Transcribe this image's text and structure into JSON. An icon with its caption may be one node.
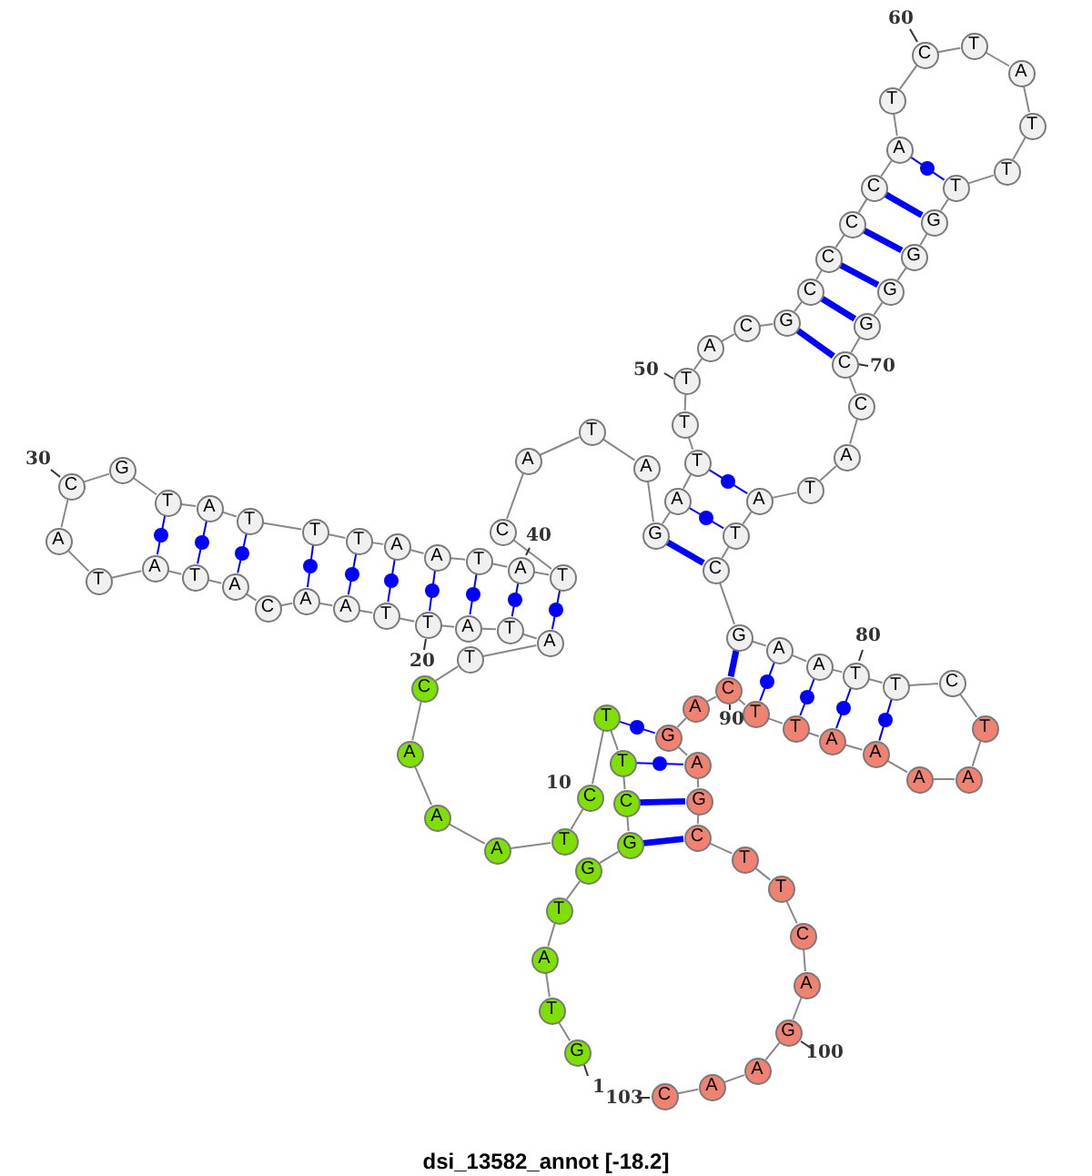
{
  "diagram": {
    "caption": "dsi_13582_annot [-18.2]",
    "nodes": [
      {
        "text": [
          "G"
        ],
        "beside": [
          "1"
        ]
      },
      {
        "text": [
          "T"
        ]
      },
      {
        "text": [
          "A"
        ]
      },
      {
        "text": [
          "T"
        ]
      },
      {
        "text": [
          "G"
        ]
      },
      {
        "text": [
          "G"
        ]
      },
      {
        "text": [
          "C"
        ]
      },
      {
        "text": [
          "T"
        ]
      },
      {
        "text": [
          "T"
        ]
      },
      {
        "text": [
          "C"
        ],
        "beside": [
          "10"
        ]
      },
      {
        "text": [
          "T"
        ]
      },
      {
        "text": [
          "A"
        ]
      },
      {
        "text": [
          "A"
        ]
      },
      {
        "text": [
          "A"
        ]
      },
      {
        "text": [
          "C"
        ]
      },
      {
        "text": [
          "T"
        ]
      },
      {
        "text": [
          "A"
        ]
      },
      {
        "text": [
          "T"
        ]
      },
      {
        "text": [
          "A"
        ]
      },
      {
        "text": [
          "T"
        ],
        "beside": [
          "20"
        ]
      },
      {
        "text": [
          "T"
        ]
      },
      {
        "text": [
          "A"
        ]
      },
      {
        "text": [
          "A"
        ]
      },
      {
        "text": [
          "C"
        ]
      },
      {
        "text": [
          "A"
        ]
      },
      {
        "text": [
          "T"
        ]
      },
      {
        "text": [
          "A"
        ]
      },
      {
        "text": [
          "T"
        ]
      },
      {
        "text": [
          "A"
        ]
      },
      {
        "text": [
          "C"
        ],
        "beside": [
          "30"
        ]
      },
      {
        "text": [
          "G"
        ]
      },
      {
        "text": [
          "T"
        ]
      },
      {
        "text": [
          "A"
        ]
      },
      {
        "text": [
          "T"
        ]
      },
      {
        "text": [
          "T"
        ]
      },
      {
        "text": [
          "T"
        ]
      },
      {
        "text": [
          "A"
        ]
      },
      {
        "text": [
          "A"
        ]
      },
      {
        "text": [
          "T"
        ]
      },
      {
        "text": [
          "A"
        ],
        "beside": [
          "40"
        ]
      },
      {
        "text": [
          "T"
        ]
      },
      {
        "text": [
          "C"
        ]
      },
      {
        "text": [
          "A"
        ]
      },
      {
        "text": [
          "T"
        ]
      },
      {
        "text": [
          "A"
        ]
      },
      {
        "text": [
          "G"
        ]
      },
      {
        "text": [
          "A"
        ]
      },
      {
        "text": [
          "T"
        ]
      },
      {
        "text": [
          "T"
        ]
      },
      {
        "text": [
          "T"
        ],
        "beside": [
          "50"
        ]
      },
      {
        "text": [
          "A"
        ]
      },
      {
        "text": [
          "C"
        ]
      },
      {
        "text": [
          "G"
        ]
      },
      {
        "text": [
          "C"
        ]
      },
      {
        "text": [
          "C"
        ]
      },
      {
        "text": [
          "C"
        ]
      },
      {
        "text": [
          "C"
        ]
      },
      {
        "text": [
          "A"
        ]
      },
      {
        "text": [
          "T"
        ]
      },
      {
        "text": [
          "C"
        ],
        "beside": [
          "60"
        ]
      },
      {
        "text": [
          "T"
        ]
      },
      {
        "text": [
          "A"
        ]
      },
      {
        "text": [
          "T"
        ]
      },
      {
        "text": [
          "T"
        ]
      },
      {
        "text": [
          "T"
        ]
      },
      {
        "text": [
          "G"
        ]
      },
      {
        "text": [
          "G"
        ]
      },
      {
        "text": [
          "G"
        ]
      },
      {
        "text": [
          "G"
        ]
      },
      {
        "text": [
          "C"
        ],
        "beside": [
          "70"
        ]
      },
      {
        "text": [
          "C"
        ]
      },
      {
        "text": [
          "A"
        ]
      },
      {
        "text": [
          "T"
        ]
      },
      {
        "text": [
          "A"
        ]
      },
      {
        "text": [
          "T"
        ]
      },
      {
        "text": [
          "C"
        ]
      },
      {
        "text": [
          "G"
        ]
      },
      {
        "text": [
          "A"
        ]
      },
      {
        "text": [
          "A"
        ]
      },
      {
        "text": [
          "T"
        ],
        "beside": [
          "80"
        ]
      },
      {
        "text": [
          "T"
        ]
      },
      {
        "text": [
          "C"
        ]
      },
      {
        "text": [
          "T"
        ]
      },
      {
        "text": [
          "A"
        ]
      },
      {
        "text": [
          "A"
        ]
      },
      {
        "text": [
          "A"
        ]
      },
      {
        "text": [
          "A"
        ]
      },
      {
        "text": [
          "T"
        ]
      },
      {
        "text": [
          "T"
        ]
      },
      {
        "text": [
          "C"
        ],
        "beside": [
          "90"
        ]
      },
      {
        "text": [
          "A"
        ]
      },
      {
        "text": [
          "G"
        ]
      },
      {
        "text": [
          "A"
        ]
      },
      {
        "text": [
          "G"
        ]
      },
      {
        "text": [
          "C"
        ]
      },
      {
        "text": [
          "T"
        ]
      },
      {
        "text": [
          "T"
        ]
      },
      {
        "text": [
          "C"
        ]
      },
      {
        "text": [
          "A"
        ]
      },
      {
        "text": [
          "G"
        ],
        "beside": [
          "100"
        ]
      },
      {
        "text": [
          "A"
        ]
      },
      {
        "text": [
          "A"
        ]
      },
      {
        "text": [
          "C"
        ],
        "beside": [
          "103"
        ]
      }
    ],
    "edges": [
      {
        "from": 0,
        "to": 1,
        "arrow": "none"
      },
      {
        "from": 1,
        "to": 2,
        "arrow": "none"
      },
      {
        "from": 2,
        "to": 3,
        "arrow": "none"
      },
      {
        "from": 3,
        "to": 4,
        "arrow": "none"
      },
      {
        "from": 4,
        "to": 5,
        "arrow": "none"
      },
      {
        "from": 5,
        "to": 6,
        "arrow": "none"
      },
      {
        "from": 6,
        "to": 7,
        "arrow": "none"
      },
      {
        "from": 7,
        "to": 8,
        "arrow": "none"
      },
      {
        "from": 8,
        "to": 9,
        "arrow": "none"
      },
      {
        "from": 9,
        "to": 10,
        "arrow": "none"
      },
      {
        "from": 10,
        "to": 11,
        "arrow": "none"
      },
      {
        "from": 11,
        "to": 12,
        "arrow": "none"
      },
      {
        "from": 12,
        "to": 13,
        "arrow": "none"
      },
      {
        "from": 13,
        "to": 14,
        "arrow": "none"
      },
      {
        "from": 14,
        "to": 15,
        "arrow": "none"
      },
      {
        "from": 15,
        "to": 16,
        "arrow": "none"
      },
      {
        "from": 16,
        "to": 17,
        "arrow": "none"
      },
      {
        "from": 17,
        "to": 18,
        "arrow": "none"
      },
      {
        "from": 18,
        "to": 19,
        "arrow": "none"
      },
      {
        "from": 19,
        "to": 20,
        "arrow": "none"
      },
      {
        "from": 20,
        "to": 21,
        "arrow": "none"
      },
      {
        "from": 21,
        "to": 22,
        "arrow": "none"
      },
      {
        "from": 22,
        "to": 23,
        "arrow": "none"
      },
      {
        "from": 23,
        "to": 24,
        "arrow": "none"
      },
      {
        "from": 24,
        "to": 25,
        "arrow": "none"
      },
      {
        "from": 25,
        "to": 26,
        "arrow": "none"
      },
      {
        "from": 26,
        "to": 27,
        "arrow": "none"
      },
      {
        "from": 27,
        "to": 28,
        "arrow": "none"
      },
      {
        "from": 28,
        "to": 29,
        "arrow": "none"
      },
      {
        "from": 29,
        "to": 30,
        "arrow": "none"
      },
      {
        "from": 30,
        "to": 31,
        "arrow": "none"
      },
      {
        "from": 31,
        "to": 32,
        "arrow": "none"
      },
      {
        "from": 32,
        "to": 33,
        "arrow": "none"
      },
      {
        "from": 33,
        "to": 34,
        "arrow": "none"
      },
      {
        "from": 34,
        "to": 35,
        "arrow": "none"
      },
      {
        "from": 35,
        "to": 36,
        "arrow": "none"
      },
      {
        "from": 36,
        "to": 37,
        "arrow": "none"
      },
      {
        "from": 37,
        "to": 38,
        "arrow": "none"
      },
      {
        "from": 38,
        "to": 39,
        "arrow": "none"
      },
      {
        "from": 39,
        "to": 40,
        "arrow": "none"
      },
      {
        "from": 40,
        "to": 41,
        "arrow": "none"
      },
      {
        "from": 41,
        "to": 42,
        "arrow": "none"
      },
      {
        "from": 42,
        "to": 43,
        "arrow": "none"
      },
      {
        "from": 43,
        "to": 44,
        "arrow": "none"
      },
      {
        "from": 44,
        "to": 45,
        "arrow": "none"
      },
      {
        "from": 45,
        "to": 46,
        "arrow": "none"
      },
      {
        "from": 46,
        "to": 47,
        "arrow": "none"
      },
      {
        "from": 47,
        "to": 48,
        "arrow": "none"
      },
      {
        "from": 48,
        "to": 49,
        "arrow": "none"
      },
      {
        "from": 49,
        "to": 50,
        "arrow": "none"
      },
      {
        "from": 50,
        "to": 51,
        "arrow": "none"
      },
      {
        "from": 51,
        "to": 52,
        "arrow": "none"
      },
      {
        "from": 52,
        "to": 53,
        "arrow": "none"
      },
      {
        "from": 53,
        "to": 54,
        "arrow": "none"
      },
      {
        "from": 54,
        "to": 55,
        "arrow": "none"
      },
      {
        "from": 55,
        "to": 56,
        "arrow": "none"
      },
      {
        "from": 56,
        "to": 57,
        "arrow": "none"
      },
      {
        "from": 57,
        "to": 58,
        "arrow": "none"
      },
      {
        "from": 58,
        "to": 59,
        "arrow": "none"
      },
      {
        "from": 59,
        "to": 60,
        "arrow": "none"
      },
      {
        "from": 60,
        "to": 61,
        "arrow": "none"
      },
      {
        "from": 61,
        "to": 62,
        "arrow": "none"
      },
      {
        "from": 62,
        "to": 63,
        "arrow": "none"
      },
      {
        "from": 63,
        "to": 64,
        "arrow": "none"
      },
      {
        "from": 64,
        "to": 65,
        "arrow": "none"
      },
      {
        "from": 65,
        "to": 66,
        "arrow": "none"
      },
      {
        "from": 66,
        "to": 67,
        "arrow": "none"
      },
      {
        "from": 67,
        "to": 68,
        "arrow": "none"
      },
      {
        "from": 68,
        "to": 69,
        "arrow": "none"
      },
      {
        "from": 69,
        "to": 70,
        "arrow": "none"
      },
      {
        "from": 70,
        "to": 71,
        "arrow": "none"
      },
      {
        "from": 71,
        "to": 72,
        "arrow": "none"
      },
      {
        "from": 72,
        "to": 73,
        "arrow": "none"
      },
      {
        "from": 73,
        "to": 74,
        "arrow": "none"
      },
      {
        "from": 74,
        "to": 75,
        "arrow": "none"
      },
      {
        "from": 75,
        "to": 76,
        "arrow": "none"
      },
      {
        "from": 76,
        "to": 77,
        "arrow": "none"
      },
      {
        "from": 77,
        "to": 78,
        "arrow": "none"
      },
      {
        "from": 78,
        "to": 79,
        "arrow": "none"
      },
      {
        "from": 79,
        "to": 80,
        "arrow": "none"
      },
      {
        "from": 80,
        "to": 81,
        "arrow": "none"
      },
      {
        "from": 81,
        "to": 82,
        "arrow": "none"
      },
      {
        "from": 82,
        "to": 83,
        "arrow": "none"
      },
      {
        "from": 83,
        "to": 84,
        "arrow": "none"
      },
      {
        "from": 84,
        "to": 85,
        "arrow": "none"
      },
      {
        "from": 85,
        "to": 86,
        "arrow": "none"
      },
      {
        "from": 86,
        "to": 87,
        "arrow": "none"
      },
      {
        "from": 87,
        "to": 88,
        "arrow": "none"
      },
      {
        "from": 88,
        "to": 89,
        "arrow": "none"
      },
      {
        "from": 89,
        "to": 90,
        "arrow": "none"
      },
      {
        "from": 90,
        "to": 91,
        "arrow": "none"
      },
      {
        "from": 91,
        "to": 92,
        "arrow": "none"
      },
      {
        "from": 92,
        "to": 93,
        "arrow": "none"
      },
      {
        "from": 93,
        "to": 94,
        "arrow": "none"
      },
      {
        "from": 94,
        "to": 95,
        "arrow": "none"
      },
      {
        "from": 95,
        "to": 96,
        "arrow": "none"
      },
      {
        "from": 96,
        "to": 97,
        "arrow": "none"
      },
      {
        "from": 97,
        "to": 98,
        "arrow": "none"
      },
      {
        "from": 98,
        "to": 99,
        "arrow": "none"
      },
      {
        "from": 99,
        "to": 100,
        "arrow": "none"
      },
      {
        "from": 100,
        "to": 101,
        "arrow": "none"
      },
      {
        "from": 101,
        "to": 102,
        "arrow": "none"
      },
      {
        "from": 31,
        "to": 26,
        "arrow": "none",
        "color": "#0000ff"
      },
      {
        "from": 32,
        "to": 25,
        "arrow": "none",
        "color": "#0000ff"
      },
      {
        "from": 33,
        "to": 24,
        "arrow": "none",
        "color": "#0000ff"
      },
      {
        "from": 34,
        "to": 22,
        "arrow": "none",
        "color": "#0000ff"
      },
      {
        "from": 35,
        "to": 21,
        "arrow": "none",
        "color": "#0000ff"
      },
      {
        "from": 36,
        "to": 20,
        "arrow": "none",
        "color": "#0000ff"
      },
      {
        "from": 37,
        "to": 19,
        "arrow": "none",
        "color": "#0000ff"
      },
      {
        "from": 38,
        "to": 18,
        "arrow": "none",
        "color": "#0000ff"
      },
      {
        "from": 39,
        "to": 17,
        "arrow": "none",
        "color": "#0000ff"
      },
      {
        "from": 40,
        "to": 16,
        "arrow": "none",
        "color": "#0000ff"
      },
      {
        "from": 5,
        "to": 94,
        "arrow": "none",
        "color": "#0000ff",
        "style": "thick"
      },
      {
        "from": 6,
        "to": 93,
        "arrow": "none",
        "color": "#0000ff",
        "style": "thick"
      },
      {
        "from": 7,
        "to": 92,
        "arrow": "none",
        "color": "#0000ff"
      },
      {
        "from": 8,
        "to": 91,
        "arrow": "none",
        "color": "#0000ff"
      },
      {
        "from": 45,
        "to": 75,
        "arrow": "none",
        "color": "#0000ff",
        "style": "thick"
      },
      {
        "from": 46,
        "to": 74,
        "arrow": "none",
        "color": "#0000ff"
      },
      {
        "from": 47,
        "to": 73,
        "arrow": "none",
        "color": "#0000ff"
      },
      {
        "from": 52,
        "to": 69,
        "arrow": "none",
        "color": "#0000ff",
        "style": "thick"
      },
      {
        "from": 53,
        "to": 68,
        "arrow": "none",
        "color": "#0000ff",
        "style": "thick"
      },
      {
        "from": 54,
        "to": 67,
        "arrow": "none",
        "color": "#0000ff",
        "style": "thick"
      },
      {
        "from": 55,
        "to": 66,
        "arrow": "none",
        "color": "#0000ff",
        "style": "thick"
      },
      {
        "from": 56,
        "to": 65,
        "arrow": "none",
        "color": "#0000ff",
        "style": "thick"
      },
      {
        "from": 57,
        "to": 64,
        "arrow": "none",
        "color": "#0000ff"
      },
      {
        "from": 76,
        "to": 89,
        "arrow": "none",
        "color": "#0000ff",
        "style": "thick"
      },
      {
        "from": 77,
        "to": 88,
        "arrow": "none",
        "color": "#0000ff"
      },
      {
        "from": 78,
        "to": 87,
        "arrow": "none",
        "color": "#0000ff"
      },
      {
        "from": 79,
        "to": 86,
        "arrow": "none",
        "color": "#0000ff"
      },
      {
        "from": 80,
        "to": 85,
        "arrow": "none",
        "color": "#0000ff"
      }
    ]
  }
}
